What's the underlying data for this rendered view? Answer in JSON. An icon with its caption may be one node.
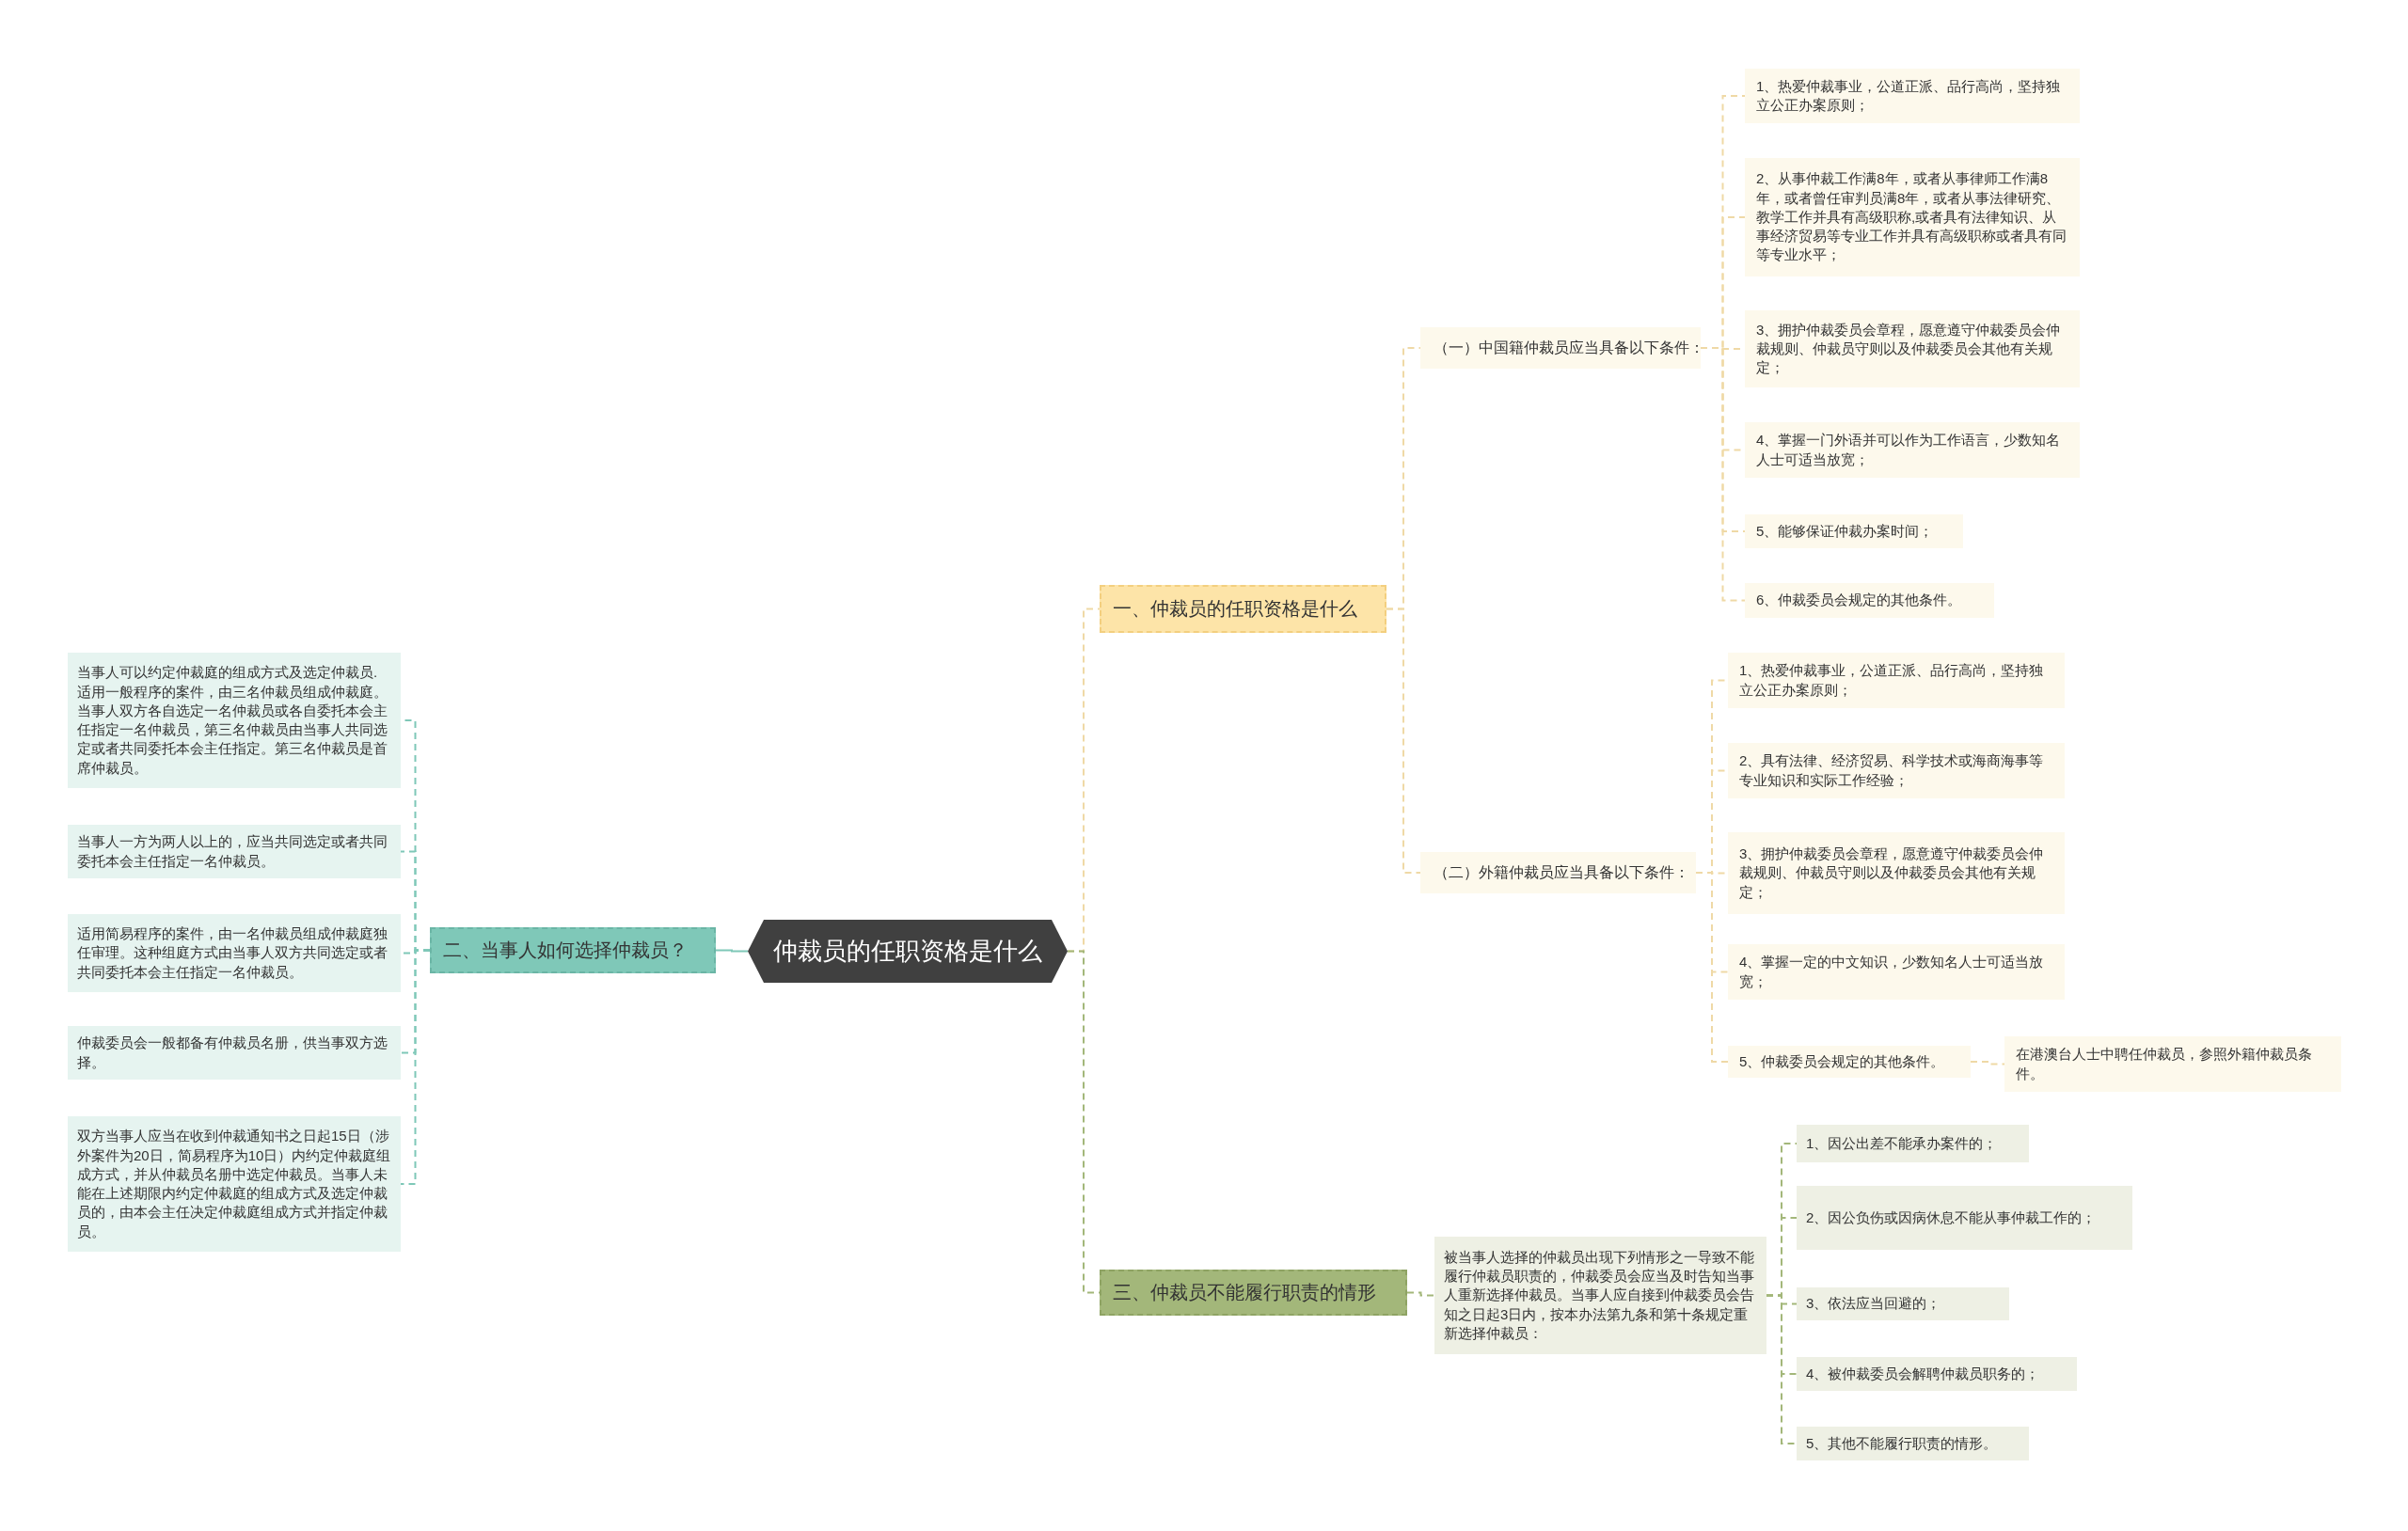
{
  "diagram": {
    "nodes": [
      {
        "text": [
          "仲裁员的任职资格是什么"
        ]
      },
      {
        "text": [
          "一、仲裁员的任职资格是什么"
        ]
      },
      {
        "text": [
          "（一）中国籍仲裁员应当具备以下条件："
        ]
      },
      {
        "text": [
          "1、热爱仲裁事业，公道正派、品行高尚，坚持独立公正办案原则；"
        ]
      },
      {
        "text": [
          "2、从事仲裁工作满8年，或者从事律师工作满8年，或者曾任审判员满8年，或者从事法律研究、教学工作并具有高级职称,或者具有法律知识、从事经济贸易等专业工作并具有高级职称或者具有同等专业水平；"
        ]
      },
      {
        "text": [
          "3、拥护仲裁委员会章程，愿意遵守仲裁委员会仲裁规则、仲裁员守则以及仲裁委员会其他有关规定；"
        ]
      },
      {
        "text": [
          "4、掌握一门外语并可以作为工作语言，少数知名人士可适当放宽；"
        ]
      },
      {
        "text": [
          "5、能够保证仲裁办案时间；"
        ]
      },
      {
        "text": [
          "6、仲裁委员会规定的其他条件。"
        ]
      },
      {
        "text": [
          "（二）外籍仲裁员应当具备以下条件："
        ]
      },
      {
        "text": [
          "1、热爱仲裁事业，公道正派、品行高尚，坚持独立公正办案原则；"
        ]
      },
      {
        "text": [
          "2、具有法律、经济贸易、科学技术或海商海事等专业知识和实际工作经验；"
        ]
      },
      {
        "text": [
          "3、拥护仲裁委员会章程，愿意遵守仲裁委员会仲裁规则、仲裁员守则以及仲裁委员会其他有关规定；"
        ]
      },
      {
        "text": [
          "4、掌握一定的中文知识，少数知名人士可适当放宽；"
        ]
      },
      {
        "text": [
          "5、仲裁委员会规定的其他条件。"
        ]
      },
      {
        "text": [
          "在港澳台人士中聘任仲裁员，参照外籍仲裁员条件。"
        ]
      },
      {
        "text": [
          "二、当事人如何选择仲裁员？"
        ]
      },
      {
        "text": [
          "当事人可以约定仲裁庭的组成方式及选定仲裁员.适用一般程序的案件，由三名仲裁员组成仲裁庭。当事人双方各自选定一名仲裁员或各自委托本会主任指定一名仲裁员，第三名仲裁员由当事人共同选定或者共同委托本会主任指定。第三名仲裁员是首席仲裁员。"
        ]
      },
      {
        "text": [
          "当事人一方为两人以上的，应当共同选定或者共同委托本会主任指定一名仲裁员。"
        ]
      },
      {
        "text": [
          "适用简易程序的案件，由一名仲裁员组成仲裁庭独任审理。这种组庭方式由当事人双方共同选定或者共同委托本会主任指定一名仲裁员。"
        ]
      },
      {
        "text": [
          "仲裁委员会一般都备有仲裁员名册，供当事双方选择。"
        ]
      },
      {
        "text": [
          "双方当事人应当在收到仲裁通知书之日起15日（涉外案件为20日，简易程序为10日）内约定仲裁庭组成方式，并从仲裁员名册中选定仲裁员。当事人未能在上述期限内约定仲裁庭的组成方式及选定仲裁员的，由本会主任决定仲裁庭组成方式并指定仲裁员。"
        ]
      },
      {
        "text": [
          "三、仲裁员不能履行职责的情形"
        ]
      },
      {
        "text": [
          "被当事人选择的仲裁员出现下列情形之一导致不能履行仲裁员职责的，仲裁委员会应当及时告知当事人重新选择仲裁员。当事人应自接到仲裁委员会告知之日起3日内，按本办法第九条和第十条规定重新选择仲裁员："
        ]
      },
      {
        "text": [
          "1、因公出差不能承办案件的；"
        ]
      },
      {
        "text": [
          "2、因公负伤或因病休息不能从事仲裁工作的；"
        ]
      },
      {
        "text": [
          "3、依法应当回避的；"
        ]
      },
      {
        "text": [
          "4、被仲裁委员会解聘仲裁员职务的；"
        ]
      },
      {
        "text": [
          "5、其他不能履行职责的情形。"
        ]
      }
    ],
    "edges": [
      {
        "from": 0,
        "to": 1,
        "arrow": "none",
        "style": "dashed"
      },
      {
        "from": 1,
        "to": 2,
        "arrow": "none",
        "style": "dashed"
      },
      {
        "from": 2,
        "to": 3,
        "arrow": "none",
        "style": "dashed"
      },
      {
        "from": 2,
        "to": 4,
        "arrow": "none",
        "style": "dashed"
      },
      {
        "from": 2,
        "to": 5,
        "arrow": "none",
        "style": "dashed"
      },
      {
        "from": 2,
        "to": 6,
        "arrow": "none",
        "style": "dashed"
      },
      {
        "from": 2,
        "to": 7,
        "arrow": "none",
        "style": "dashed"
      },
      {
        "from": 2,
        "to": 8,
        "arrow": "none",
        "style": "dashed"
      },
      {
        "from": 1,
        "to": 9,
        "arrow": "none",
        "style": "dashed"
      },
      {
        "from": 9,
        "to": 10,
        "arrow": "none",
        "style": "dashed"
      },
      {
        "from": 9,
        "to": 11,
        "arrow": "none",
        "style": "dashed"
      },
      {
        "from": 9,
        "to": 12,
        "arrow": "none",
        "style": "dashed"
      },
      {
        "from": 9,
        "to": 13,
        "arrow": "none",
        "style": "dashed"
      },
      {
        "from": 9,
        "to": 14,
        "arrow": "none",
        "style": "dashed"
      },
      {
        "from": 14,
        "to": 15,
        "arrow": "none",
        "style": "dashed"
      },
      {
        "from": 0,
        "to": 16,
        "arrow": "none",
        "color": "#7fc8b8"
      },
      {
        "from": 16,
        "to": 17,
        "arrow": "none",
        "style": "dashed",
        "color": "#7fc8b8"
      },
      {
        "from": 16,
        "to": 18,
        "arrow": "none",
        "style": "dashed",
        "color": "#7fc8b8"
      },
      {
        "from": 16,
        "to": 19,
        "arrow": "none",
        "style": "dashed",
        "color": "#7fc8b8"
      },
      {
        "from": 16,
        "to": 20,
        "arrow": "none",
        "style": "dashed",
        "color": "#7fc8b8"
      },
      {
        "from": 16,
        "to": 21,
        "arrow": "none",
        "style": "dashed",
        "color": "#7fc8b8"
      },
      {
        "from": 0,
        "to": 22,
        "arrow": "none",
        "style": "dashed",
        "color": "#a3b77a"
      },
      {
        "from": 22,
        "to": 23,
        "arrow": "none",
        "style": "dashed",
        "color": "#a3b77a"
      },
      {
        "from": 23,
        "to": 24,
        "arrow": "none",
        "style": "dashed",
        "color": "#a3b77a"
      },
      {
        "from": 23,
        "to": 25,
        "arrow": "none",
        "style": "dashed",
        "color": "#a3b77a"
      },
      {
        "from": 23,
        "to": 26,
        "arrow": "none",
        "style": "dashed",
        "color": "#a3b77a"
      },
      {
        "from": 23,
        "to": 27,
        "arrow": "none",
        "style": "dashed",
        "color": "#a3b77a"
      },
      {
        "from": 23,
        "to": 28,
        "arrow": "none",
        "style": "dashed",
        "color": "#a3b77a"
      }
    ]
  }
}
